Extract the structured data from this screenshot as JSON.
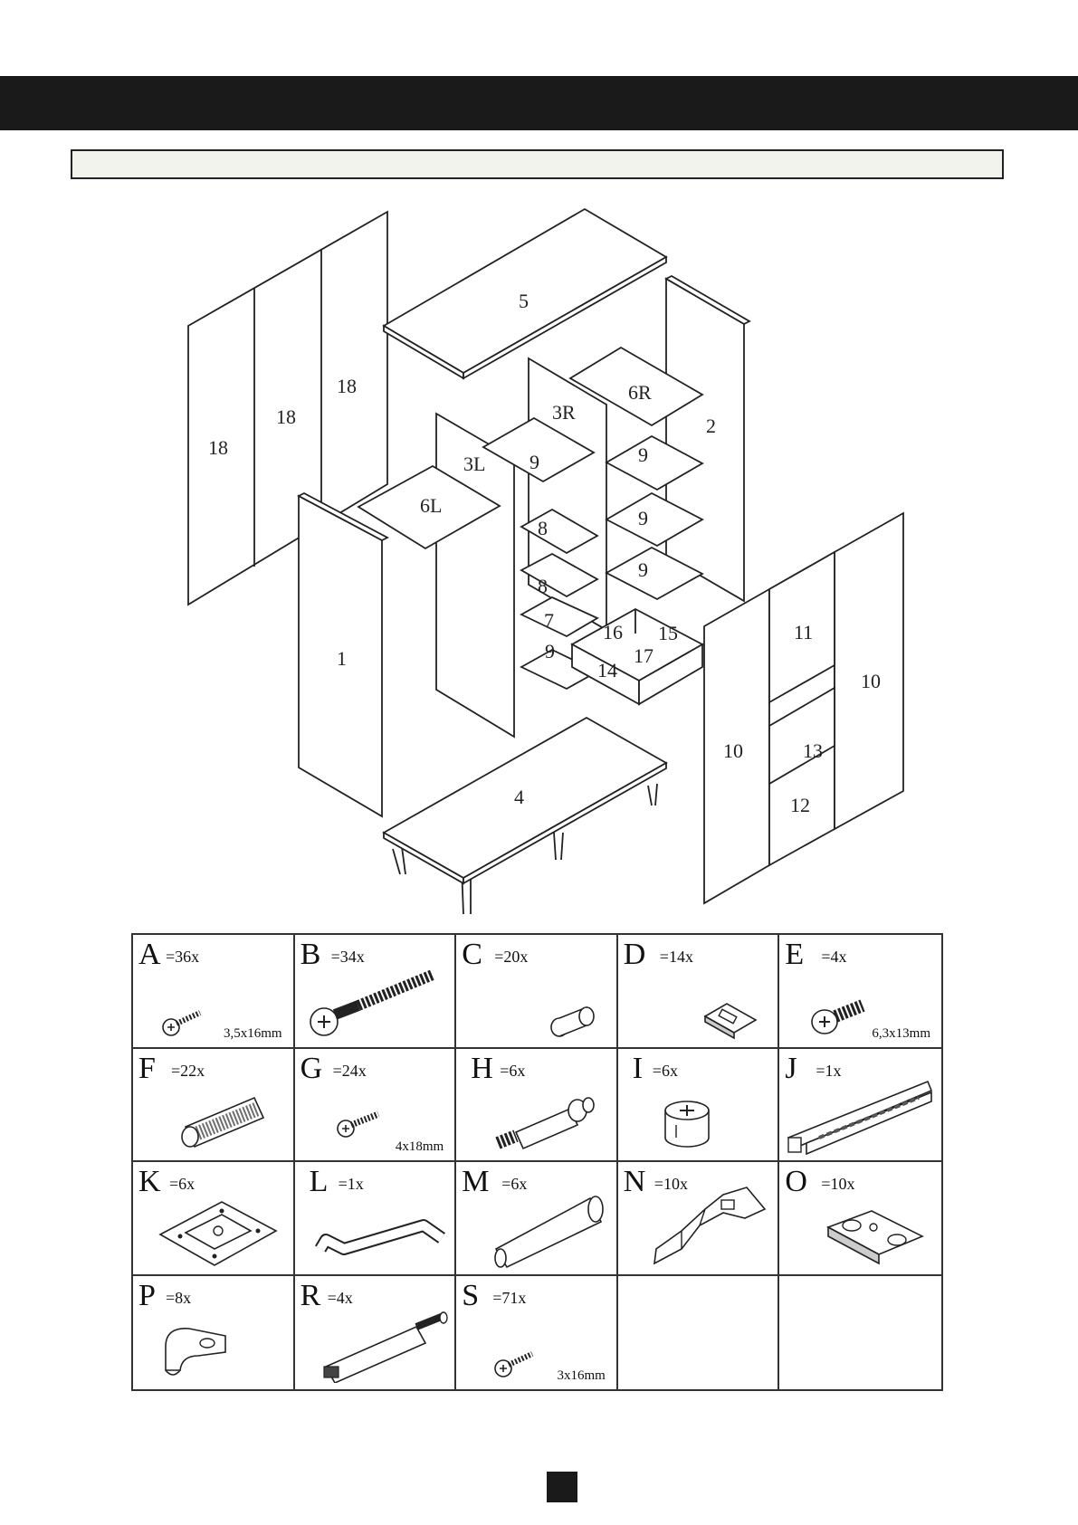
{
  "diagram": {
    "labels": [
      "18",
      "18",
      "18",
      "5",
      "6R",
      "3R",
      "2",
      "3L",
      "9",
      "9",
      "6L",
      "8",
      "9",
      "8",
      "9",
      "7",
      "16",
      "15",
      "11",
      "10",
      "9",
      "17",
      "14",
      "1",
      "10",
      "13",
      "4",
      "12"
    ]
  },
  "hardware": [
    {
      "letter": "A",
      "qty": "=36x",
      "size": "3,5x16mm",
      "icon": "small-screw-icon"
    },
    {
      "letter": "B",
      "qty": "=34x",
      "size": "",
      "icon": "long-screw-icon"
    },
    {
      "letter": "C",
      "qty": "=20x",
      "size": "",
      "icon": "cam-pin-icon"
    },
    {
      "letter": "D",
      "qty": "=14x",
      "size": "",
      "icon": "shelf-clip-icon"
    },
    {
      "letter": "E",
      "qty": "=4x",
      "size": "6,3x13mm",
      "icon": "euro-screw-icon"
    },
    {
      "letter": "F",
      "qty": "=22x",
      "size": "",
      "icon": "wood-dowel-icon"
    },
    {
      "letter": "G",
      "qty": "=24x",
      "size": "4x18mm",
      "icon": "small-screw-icon"
    },
    {
      "letter": "H",
      "qty": "=6x",
      "size": "",
      "icon": "connector-bolt-icon"
    },
    {
      "letter": "I",
      "qty": "=6x",
      "size": "",
      "icon": "cam-lock-icon"
    },
    {
      "letter": "J",
      "qty": "=1x",
      "size": "",
      "icon": "drawer-slide-icon"
    },
    {
      "letter": "K",
      "qty": "=6x",
      "size": "",
      "icon": "leg-plate-icon"
    },
    {
      "letter": "L",
      "qty": "=1x",
      "size": "",
      "icon": "allen-key-icon"
    },
    {
      "letter": "M",
      "qty": "=6x",
      "size": "",
      "icon": "tapered-leg-icon"
    },
    {
      "letter": "N",
      "qty": "=10x",
      "size": "",
      "icon": "cabinet-hinge-icon"
    },
    {
      "letter": "O",
      "qty": "=10x",
      "size": "",
      "icon": "hinge-plate-icon"
    },
    {
      "letter": "P",
      "qty": "=8x",
      "size": "",
      "icon": "rail-holder-icon"
    },
    {
      "letter": "R",
      "qty": "=4x",
      "size": "",
      "icon": "push-latch-icon"
    },
    {
      "letter": "S",
      "qty": "=71x",
      "size": "3x16mm",
      "icon": "small-screw-icon"
    }
  ]
}
